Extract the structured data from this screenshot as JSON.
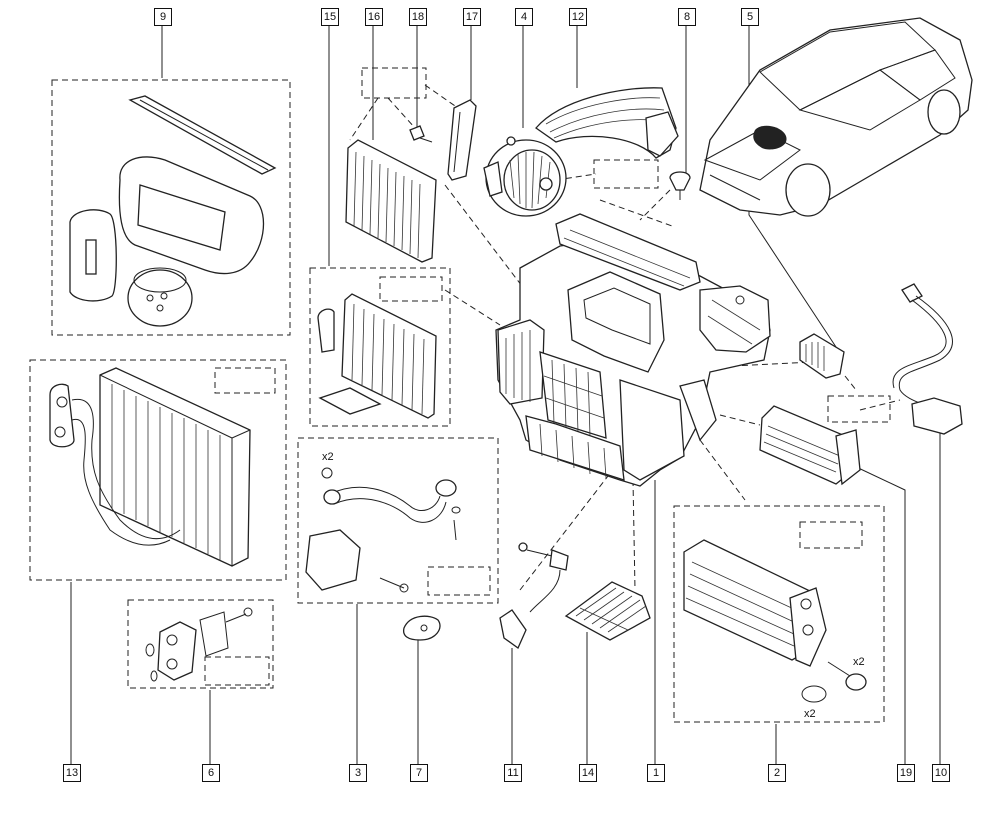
{
  "diagram": {
    "callouts": [
      "9",
      "15",
      "16",
      "18",
      "17",
      "4",
      "12",
      "8",
      "5",
      "13",
      "6",
      "3",
      "7",
      "11",
      "14",
      "1",
      "2",
      "19",
      "10"
    ],
    "quantities": [
      "x2",
      "x2",
      "x2"
    ]
  }
}
